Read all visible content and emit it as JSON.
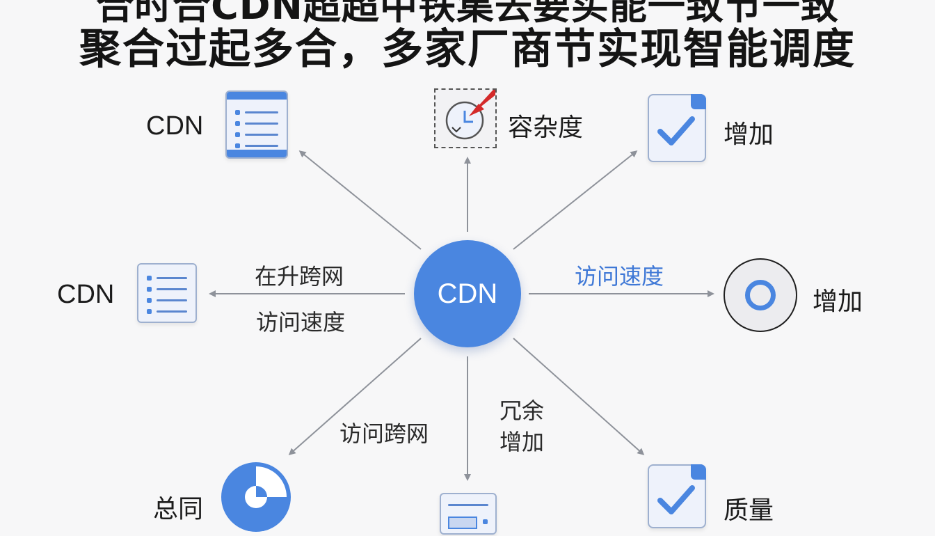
{
  "title": {
    "line1": "合时合CDN超超中铁集去要买能一致节一致",
    "line2": "聚合过起多合，多家厂商节实现智能调度"
  },
  "hub": {
    "label": "CDN"
  },
  "nodes": {
    "top_left": {
      "label": "CDN",
      "icon": "list-document-icon"
    },
    "top_center": {
      "label": "容杂度",
      "icon": "clock-icon"
    },
    "top_right": {
      "label": "增加",
      "icon": "checkmark-card-icon"
    },
    "mid_left": {
      "label": "CDN",
      "icon": "list-document-icon"
    },
    "mid_right": {
      "label": "增加",
      "icon": "ring-icon"
    },
    "bottom_left": {
      "label": "总同",
      "icon": "pie-chart-icon"
    },
    "bottom_center": {
      "label": "",
      "icon": "window-icon"
    },
    "bottom_right": {
      "label": "质量",
      "icon": "checkmark-card-icon"
    }
  },
  "edge_labels": {
    "left_upper": "在升跨网",
    "left_lower": "访问速度",
    "right": "访问速度",
    "bottom_left": "访问跨网",
    "bottom_center_1": "冗余",
    "bottom_center_2": "增加"
  },
  "colors": {
    "accent": "#4a86e0",
    "arrow": "#8e929a",
    "edge_label_blue": "#3f78d6",
    "marker_red": "#d42a2a"
  }
}
